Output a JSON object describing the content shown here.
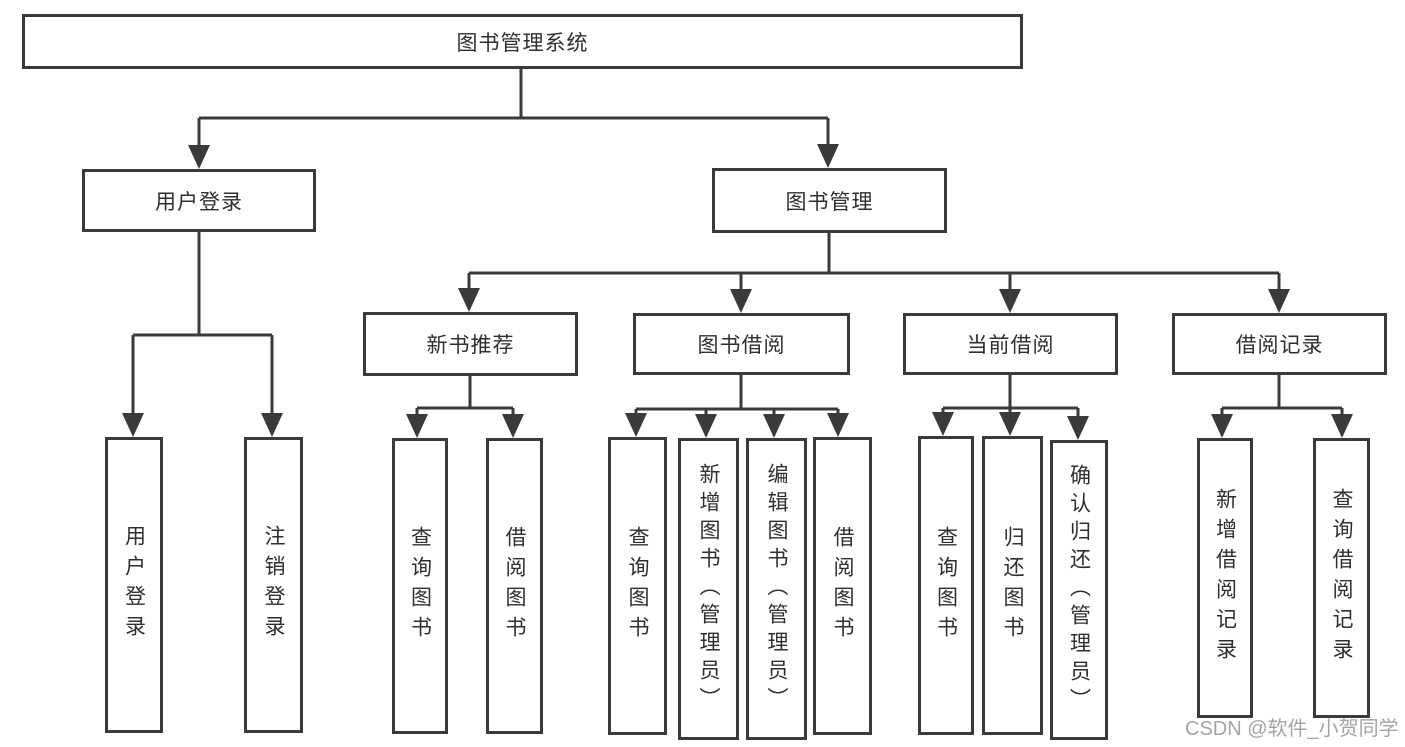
{
  "nodes": {
    "root": {
      "label": "图书管理系统"
    },
    "login": {
      "label": "用户登录"
    },
    "mgmt": {
      "label": "图书管理"
    },
    "login_user": {
      "label": "用户登录"
    },
    "login_logout": {
      "label": "注销登录"
    },
    "rec": {
      "label": "新书推荐"
    },
    "borrow": {
      "label": "图书借阅"
    },
    "current": {
      "label": "当前借阅"
    },
    "records": {
      "label": "借阅记录"
    },
    "rec_query": {
      "label": "查询图书"
    },
    "rec_borrow": {
      "label": "借阅图书"
    },
    "borrow_query": {
      "label": "查询图书"
    },
    "borrow_add": {
      "label": "新增图书（管理员）"
    },
    "borrow_edit": {
      "label": "编辑图书（管理员）"
    },
    "borrow_borrow": {
      "label": "借阅图书"
    },
    "current_query": {
      "label": "查询图书"
    },
    "current_return": {
      "label": "归还图书"
    },
    "current_confirm": {
      "label": "确认归还（管理员）"
    },
    "records_add": {
      "label": "新增借阅记录"
    },
    "records_query": {
      "label": "查询借阅记录"
    }
  },
  "watermark": "CSDN @软件_小贺同学",
  "colors": {
    "line": "#3a3a3a",
    "text": "#2f2f2f",
    "watermark": "#9b9b9b",
    "background": "#ffffff"
  }
}
